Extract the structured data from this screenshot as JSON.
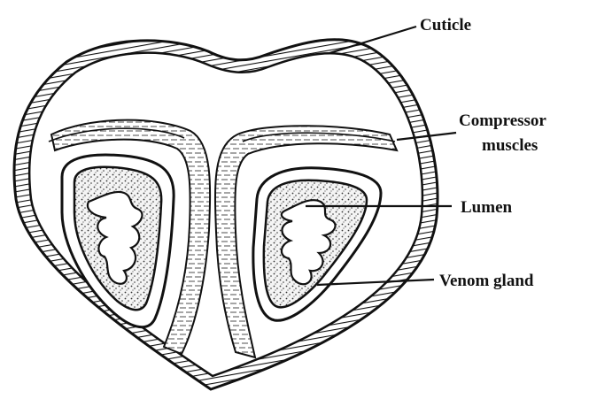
{
  "labels": {
    "cuticle": "Cuticle",
    "compressor_line1": "Compressor",
    "compressor_line2": "muscles",
    "lumen": "Lumen",
    "venom_gland": "Venom gland"
  },
  "colors": {
    "ink": "#111111",
    "paper": "#ffffff"
  }
}
